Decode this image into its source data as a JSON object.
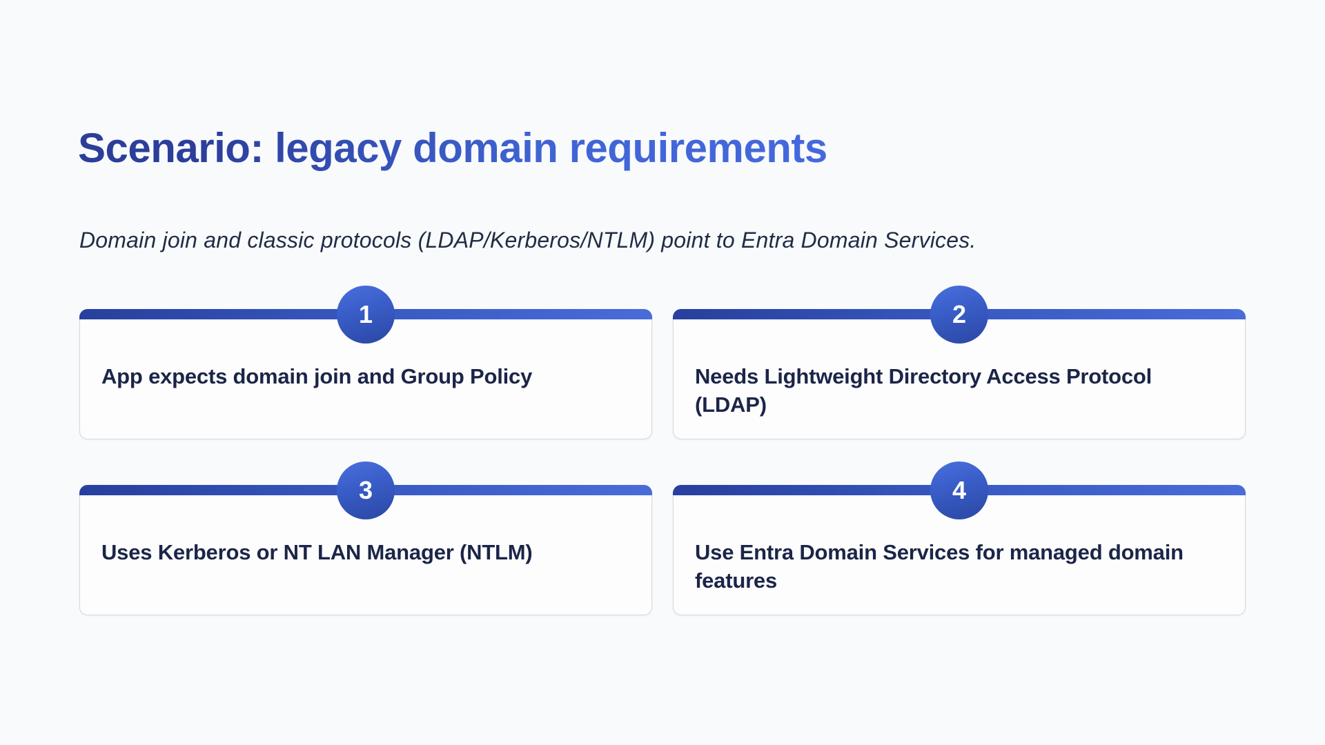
{
  "slide": {
    "title": "Scenario: legacy domain requirements",
    "subtitle": "Domain join and classic protocols (LDAP/Kerberos/NTLM) point to Entra Domain Services.",
    "cards": [
      {
        "number": "1",
        "text": "App expects domain join and Group Policy"
      },
      {
        "number": "2",
        "text": "Needs Lightweight Directory Access Protocol (LDAP)"
      },
      {
        "number": "3",
        "text": "Uses Kerberos or NT LAN Manager (NTLM)"
      },
      {
        "number": "4",
        "text": "Use Entra Domain Services for managed domain features"
      }
    ],
    "colors": {
      "background": "#f8fafc",
      "card_background": "#fdfdfe",
      "card_border": "#d5d8de",
      "title_gradient_start": "#2b3e9a",
      "title_gradient_end": "#4569dd",
      "bar_gradient_start": "#27409d",
      "bar_gradient_end": "#4a6cd9",
      "badge_gradient_start": "#4a6fdd",
      "badge_gradient_end": "#2a47a4",
      "subtitle_text": "#222c44",
      "card_text": "#1b2547",
      "badge_number_text": "#ffffff"
    }
  }
}
